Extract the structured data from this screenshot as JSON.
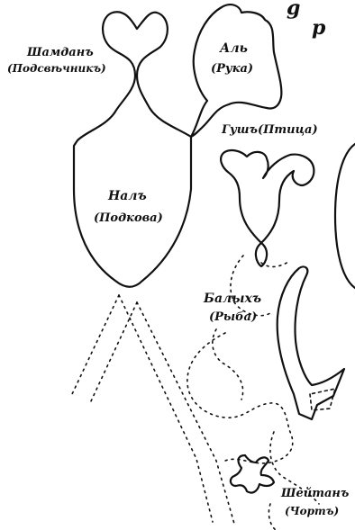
{
  "header_letters": [
    "g",
    "p"
  ],
  "labels": {
    "shamdan": "Шамданъ",
    "shamdan_sub": "(Подсвѣчникъ)",
    "al": "Аль",
    "al_sub": "(Рука)",
    "gush": "Гушъ(Птица)",
    "nal": "Налъ",
    "nal_sub": "(Подкова)",
    "balyk": "Балыхъ",
    "balyk_sub": "(Рыба)",
    "sheitan": "Шейтанъ",
    "sheitan_sub": "(Чортъ)"
  },
  "colors": {
    "ink": "#111111",
    "paper": "#ffffff"
  }
}
